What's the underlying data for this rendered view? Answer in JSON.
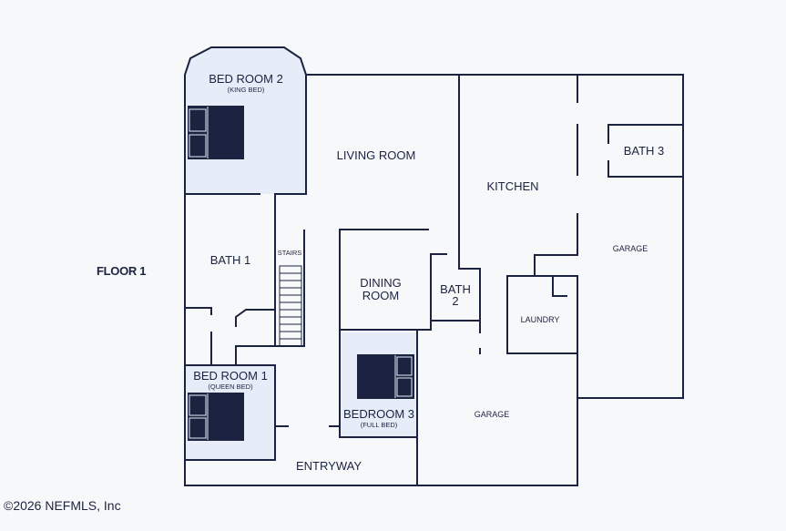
{
  "floor": "FLOOR 1",
  "copyright": "©2026 NEFMLS, Inc",
  "rooms": {
    "bedroom2": "BED ROOM 2",
    "bedroom2_bed": "(KING BED)",
    "living": "LIVING ROOM",
    "kitchen": "KITCHEN",
    "bath3": "BATH 3",
    "garage_right": "GARAGE",
    "bath1": "BATH 1",
    "stairs": "STAIRS",
    "dining_1": "DINING",
    "dining_2": "ROOM",
    "bath2_1": "BATH",
    "bath2_2": "2",
    "laundry": "LAUNDRY",
    "bedroom1": "BED ROOM 1",
    "bedroom1_bed": "(QUEEN BED)",
    "bedroom3": "BEDROOM 3",
    "bedroom3_bed": "(FULL BED)",
    "garage_main": "GARAGE",
    "entryway": "ENTRYWAY"
  },
  "colors": {
    "wall": "#1b2340",
    "highlight": "#e6edf9",
    "background": "#f7f8fa"
  }
}
